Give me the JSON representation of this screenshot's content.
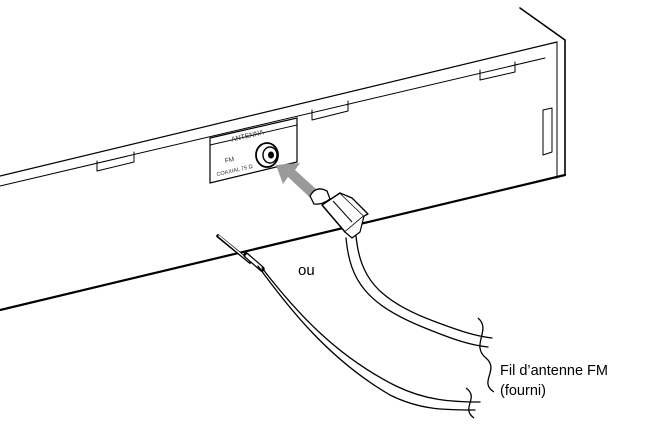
{
  "panel": {
    "title": "ANTENNA",
    "line1": "FM",
    "line2": "COAXIAL 75 Ω"
  },
  "labels": {
    "or": "ou",
    "wire_line1": "Fil d’antenne FM",
    "wire_line2": "(fourni)"
  },
  "colors": {
    "line": "#000000",
    "arrow": "#9a9a9a",
    "background": "#ffffff"
  }
}
